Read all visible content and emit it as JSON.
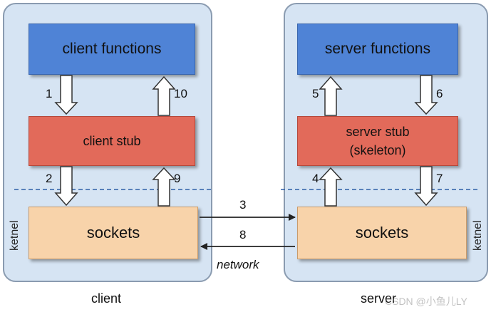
{
  "client": {
    "functions": "client functions",
    "stub": "client stub",
    "sockets": "sockets",
    "side_label": "ketnel",
    "caption": "client"
  },
  "server": {
    "functions": "server functions",
    "stub_line1": "server stub",
    "stub_line2": "(skeleton)",
    "sockets": "sockets",
    "side_label": "ketnel",
    "caption": "server"
  },
  "steps": {
    "s1": "1",
    "s2": "2",
    "s3": "3",
    "s4": "4",
    "s5": "5",
    "s6": "6",
    "s7": "7",
    "s8": "8",
    "s9": "9",
    "s10": "10"
  },
  "network_label": "network",
  "watermark": "CSDN @小鱼儿LY",
  "colors": {
    "panel": "#d6e4f3",
    "functions_box": "#4f83d6",
    "stub_box": "#e26a5a",
    "sockets_box": "#f8d3aa",
    "kernel_line": "#2f5fa8"
  }
}
